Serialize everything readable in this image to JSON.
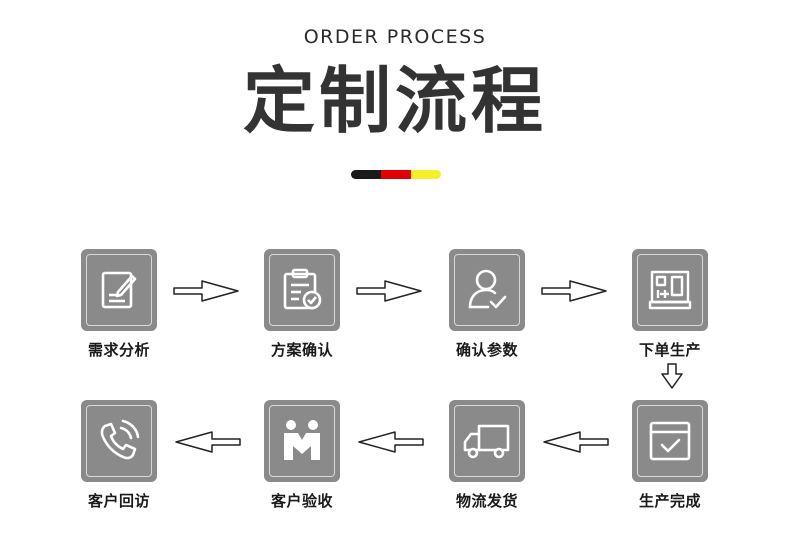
{
  "header": {
    "subtitle": "ORDER PROCESS",
    "title": "定制流程",
    "accent_colors": [
      "#1a1a1a",
      "#e00000",
      "#f5f02a"
    ]
  },
  "steps": [
    {
      "label": "需求分析",
      "icon": "edit-note-icon"
    },
    {
      "label": "方案确认",
      "icon": "clipboard-check-icon"
    },
    {
      "label": "确认参数",
      "icon": "user-check-icon"
    },
    {
      "label": "下单生产",
      "icon": "sewing-machine-icon"
    },
    {
      "label": "生产完成",
      "icon": "window-check-icon"
    },
    {
      "label": "物流发货",
      "icon": "truck-icon"
    },
    {
      "label": "客户验收",
      "icon": "handshake-icon"
    },
    {
      "label": "客户回访",
      "icon": "phone-icon"
    }
  ],
  "colors": {
    "tile": "#8a8a8a",
    "tile_border": "#d9d9d9",
    "text": "#1a1a1a"
  }
}
